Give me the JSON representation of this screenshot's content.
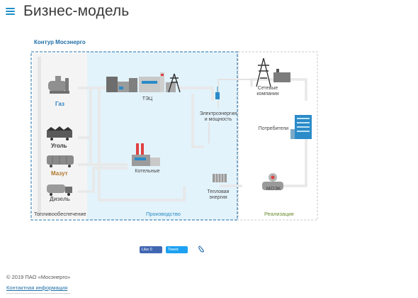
{
  "header": {
    "title": "Бизнес-модель"
  },
  "diagram": {
    "contour_label": "Контур Мосэнерго",
    "columns": {
      "fuel": "Топливообеспечение",
      "production": "Производство",
      "sales": "Реализация"
    },
    "fuels": [
      {
        "label": "Газ",
        "color": "#2a7fc0"
      },
      {
        "label": "Уголь",
        "color": "#333333"
      },
      {
        "label": "Мазут",
        "color": "#b0762a"
      },
      {
        "label": "Дизель",
        "color": "#666666"
      }
    ],
    "nodes": {
      "chp": "ТЭЦ",
      "boilers": "Котельные",
      "electricity": "Электроэнергия и мощность",
      "heat": "Тепловая энергия",
      "grid": "Сетевые компании",
      "consumers": "Потребители",
      "moek": "МОЭК"
    }
  },
  "social": {
    "like": "Like 0",
    "tweet": "Tweet"
  },
  "footer": {
    "copyright": "© 2019 ПАО «Мосэнерго»",
    "contacts": "Контактная информация"
  }
}
